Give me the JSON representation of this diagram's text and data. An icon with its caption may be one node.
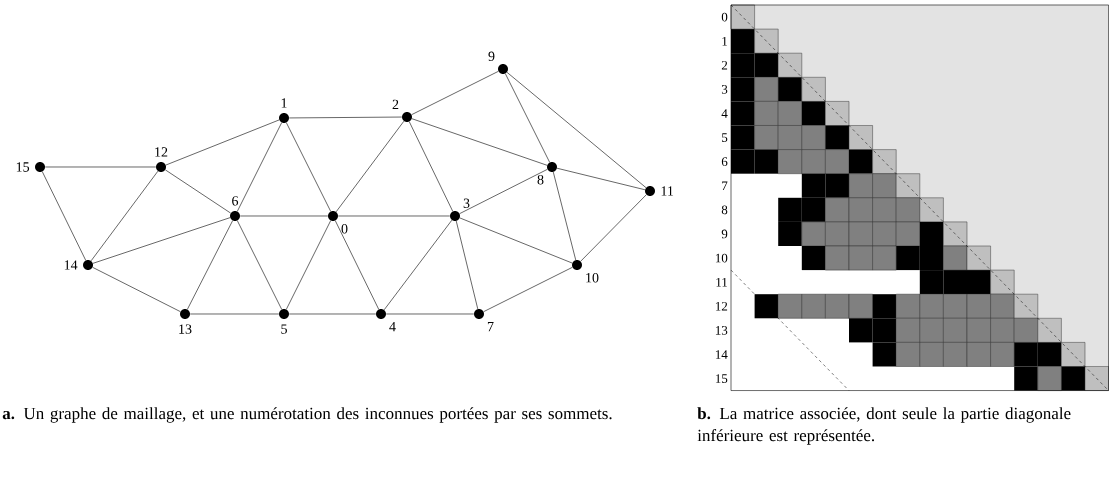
{
  "diagram": {
    "nodes": [
      {
        "text": [],
        "shape": "circle",
        "beside": [
          "0"
        ]
      },
      {
        "text": [],
        "shape": "circle",
        "beside": [
          "1"
        ]
      },
      {
        "text": [],
        "shape": "circle",
        "beside": [
          "2"
        ]
      },
      {
        "text": [],
        "shape": "circle",
        "beside": [
          "3"
        ]
      },
      {
        "text": [],
        "shape": "circle",
        "beside": [
          "4"
        ]
      },
      {
        "text": [],
        "shape": "circle",
        "beside": [
          "5"
        ]
      },
      {
        "text": [],
        "shape": "circle",
        "beside": [
          "6"
        ]
      },
      {
        "text": [],
        "shape": "circle",
        "beside": [
          "7"
        ]
      },
      {
        "text": [],
        "shape": "circle",
        "beside": [
          "8"
        ]
      },
      {
        "text": [],
        "shape": "circle",
        "beside": [
          "9"
        ]
      },
      {
        "text": [],
        "shape": "circle",
        "beside": [
          "10"
        ]
      },
      {
        "text": [],
        "shape": "circle",
        "beside": [
          "11"
        ]
      },
      {
        "text": [],
        "shape": "circle",
        "beside": [
          "12"
        ]
      },
      {
        "text": [],
        "shape": "circle",
        "beside": [
          "13"
        ]
      },
      {
        "text": [],
        "shape": "circle",
        "beside": [
          "14"
        ]
      },
      {
        "text": [],
        "shape": "circle",
        "beside": [
          "15"
        ]
      }
    ],
    "edges": [
      {
        "from": 15,
        "to": 12,
        "arrow": "none"
      },
      {
        "from": 15,
        "to": 14,
        "arrow": "none"
      },
      {
        "from": 12,
        "to": 1,
        "arrow": "none"
      },
      {
        "from": 12,
        "to": 6,
        "arrow": "none"
      },
      {
        "from": 12,
        "to": 14,
        "arrow": "none"
      },
      {
        "from": 14,
        "to": 6,
        "arrow": "none"
      },
      {
        "from": 14,
        "to": 13,
        "arrow": "none"
      },
      {
        "from": 1,
        "to": 2,
        "arrow": "none"
      },
      {
        "from": 1,
        "to": 6,
        "arrow": "none"
      },
      {
        "from": 1,
        "to": 0,
        "arrow": "none"
      },
      {
        "from": 2,
        "to": 9,
        "arrow": "none"
      },
      {
        "from": 2,
        "to": 0,
        "arrow": "none"
      },
      {
        "from": 2,
        "to": 3,
        "arrow": "none"
      },
      {
        "from": 2,
        "to": 8,
        "arrow": "none"
      },
      {
        "from": 9,
        "to": 8,
        "arrow": "none"
      },
      {
        "from": 9,
        "to": 11,
        "arrow": "none"
      },
      {
        "from": 8,
        "to": 11,
        "arrow": "none"
      },
      {
        "from": 8,
        "to": 3,
        "arrow": "none"
      },
      {
        "from": 8,
        "to": 10,
        "arrow": "none"
      },
      {
        "from": 6,
        "to": 0,
        "arrow": "none"
      },
      {
        "from": 6,
        "to": 13,
        "arrow": "none"
      },
      {
        "from": 6,
        "to": 5,
        "arrow": "none"
      },
      {
        "from": 0,
        "to": 3,
        "arrow": "none"
      },
      {
        "from": 0,
        "to": 5,
        "arrow": "none"
      },
      {
        "from": 0,
        "to": 4,
        "arrow": "none"
      },
      {
        "from": 3,
        "to": 4,
        "arrow": "none"
      },
      {
        "from": 3,
        "to": 7,
        "arrow": "none"
      },
      {
        "from": 3,
        "to": 10,
        "arrow": "none"
      },
      {
        "from": 13,
        "to": 5,
        "arrow": "none"
      },
      {
        "from": 5,
        "to": 4,
        "arrow": "none"
      },
      {
        "from": 4,
        "to": 7,
        "arrow": "none"
      },
      {
        "from": 7,
        "to": 10,
        "arrow": "none"
      },
      {
        "from": 10,
        "to": 11,
        "arrow": "none"
      }
    ],
    "labels": [
      "0",
      "1",
      "2",
      "3",
      "4",
      "5",
      "6",
      "7",
      "8",
      "9",
      "10",
      "11",
      "12",
      "13",
      "14",
      "15",
      "**a.** Un graphe de maillage, et une numérotation des inconnues portées par ses sommets.",
      "**b.** La matrice associée, dont seule la partie diagonale inférieure est représentée."
    ]
  }
}
